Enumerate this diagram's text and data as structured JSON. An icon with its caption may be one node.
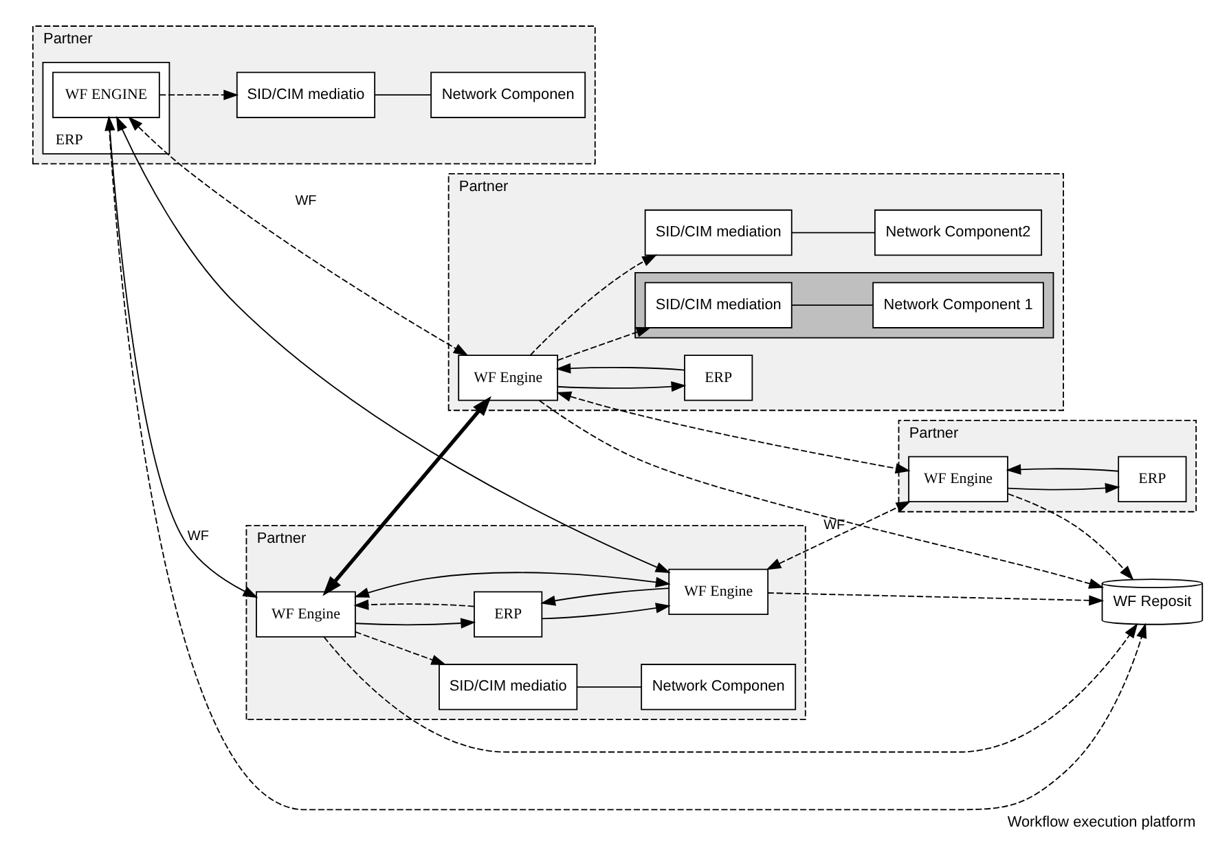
{
  "diagram": {
    "caption": "Workflow execution platform",
    "nodes": [
      {
        "text": [
          "Partner"
        ]
      },
      {
        "text": [
          "ERP"
        ],
        "in": 0
      },
      {
        "text": [
          "WF ENGINE"
        ],
        "in": 1
      },
      {
        "text": [
          "SID/CIM mediatio"
        ],
        "in": 0
      },
      {
        "text": [
          "Network Componen"
        ],
        "in": 0
      },
      {
        "text": [
          "Partner"
        ]
      },
      {
        "text": [
          "WF Engine"
        ],
        "in": 5
      },
      {
        "text": [
          "ERP"
        ],
        "in": 5
      },
      {
        "text": [],
        "shape": "box",
        "in": 5
      },
      {
        "text": [
          "SID/CIM mediation"
        ],
        "in": 8
      },
      {
        "text": [
          "Network Component 1"
        ],
        "in": 8
      },
      {
        "text": [
          "SID/CIM mediation"
        ],
        "in": 5
      },
      {
        "text": [
          "Network Component2"
        ],
        "in": 5
      },
      {
        "text": [
          "WF Reposit"
        ]
      },
      {
        "text": [
          "Partner"
        ]
      },
      {
        "text": [
          "Network Componen"
        ],
        "in": 14
      },
      {
        "text": [
          "SID/CIM mediatio"
        ],
        "in": 14
      },
      {
        "text": [
          "WF Engine"
        ],
        "in": 14
      },
      {
        "text": [
          "ERP"
        ],
        "in": 14
      },
      {
        "text": [
          "WF Engine"
        ],
        "in": 14
      },
      {
        "text": [
          "Partner"
        ]
      },
      {
        "text": [
          "WF Engine"
        ],
        "in": 20
      },
      {
        "text": [
          "ERP"
        ],
        "in": 20
      }
    ],
    "edges": [
      {
        "from": 2,
        "to": 6,
        "arrow": "both",
        "label": "WF",
        "style": "dashed"
      },
      {
        "from": 2,
        "to": 3,
        "arrow": "to",
        "style": "dashed"
      },
      {
        "from": 3,
        "to": 4,
        "arrow": "none"
      },
      {
        "from": 2,
        "to": 13,
        "arrow": "to",
        "style": "dashed"
      },
      {
        "from": 2,
        "to": 17,
        "arrow": "both",
        "label": "WF"
      },
      {
        "from": 2,
        "to": 19,
        "arrow": "both"
      },
      {
        "from": 6,
        "to": 13,
        "arrow": "to",
        "style": "dashed"
      },
      {
        "from": 17,
        "to": 13,
        "arrow": "to",
        "style": "dashed"
      },
      {
        "from": 19,
        "to": 13,
        "arrow": "to",
        "style": "dashed"
      },
      {
        "from": 21,
        "to": 13,
        "arrow": "to",
        "style": "dashed"
      },
      {
        "from": 17,
        "to": 6,
        "arrow": "both",
        "style": "thick"
      },
      {
        "from": 6,
        "to": 9,
        "arrow": "to",
        "style": "dashed"
      },
      {
        "from": 9,
        "to": 10,
        "arrow": "none"
      },
      {
        "from": 6,
        "to": 11,
        "arrow": "to",
        "style": "dashed"
      },
      {
        "from": 11,
        "to": 12,
        "arrow": "none"
      },
      {
        "from": 7,
        "to": 6,
        "arrow": "to"
      },
      {
        "from": 6,
        "to": 7,
        "arrow": "to"
      },
      {
        "from": 6,
        "to": 21,
        "arrow": "both",
        "style": "dashed"
      },
      {
        "from": 17,
        "to": 16,
        "arrow": "to",
        "style": "dashed"
      },
      {
        "from": 16,
        "to": 15,
        "arrow": "none"
      },
      {
        "from": 17,
        "to": 19,
        "arrow": "both"
      },
      {
        "from": 18,
        "to": 17,
        "arrow": "to",
        "style": "dashed"
      },
      {
        "from": 17,
        "to": 18,
        "arrow": "to"
      },
      {
        "from": 18,
        "to": 19,
        "arrow": "to"
      },
      {
        "from": 19,
        "to": 18,
        "arrow": "to"
      },
      {
        "from": 19,
        "to": 21,
        "arrow": "both",
        "label": "WF",
        "style": "dashed"
      },
      {
        "from": 21,
        "to": 22,
        "arrow": "to"
      },
      {
        "from": 22,
        "to": 21,
        "arrow": "to"
      }
    ]
  }
}
